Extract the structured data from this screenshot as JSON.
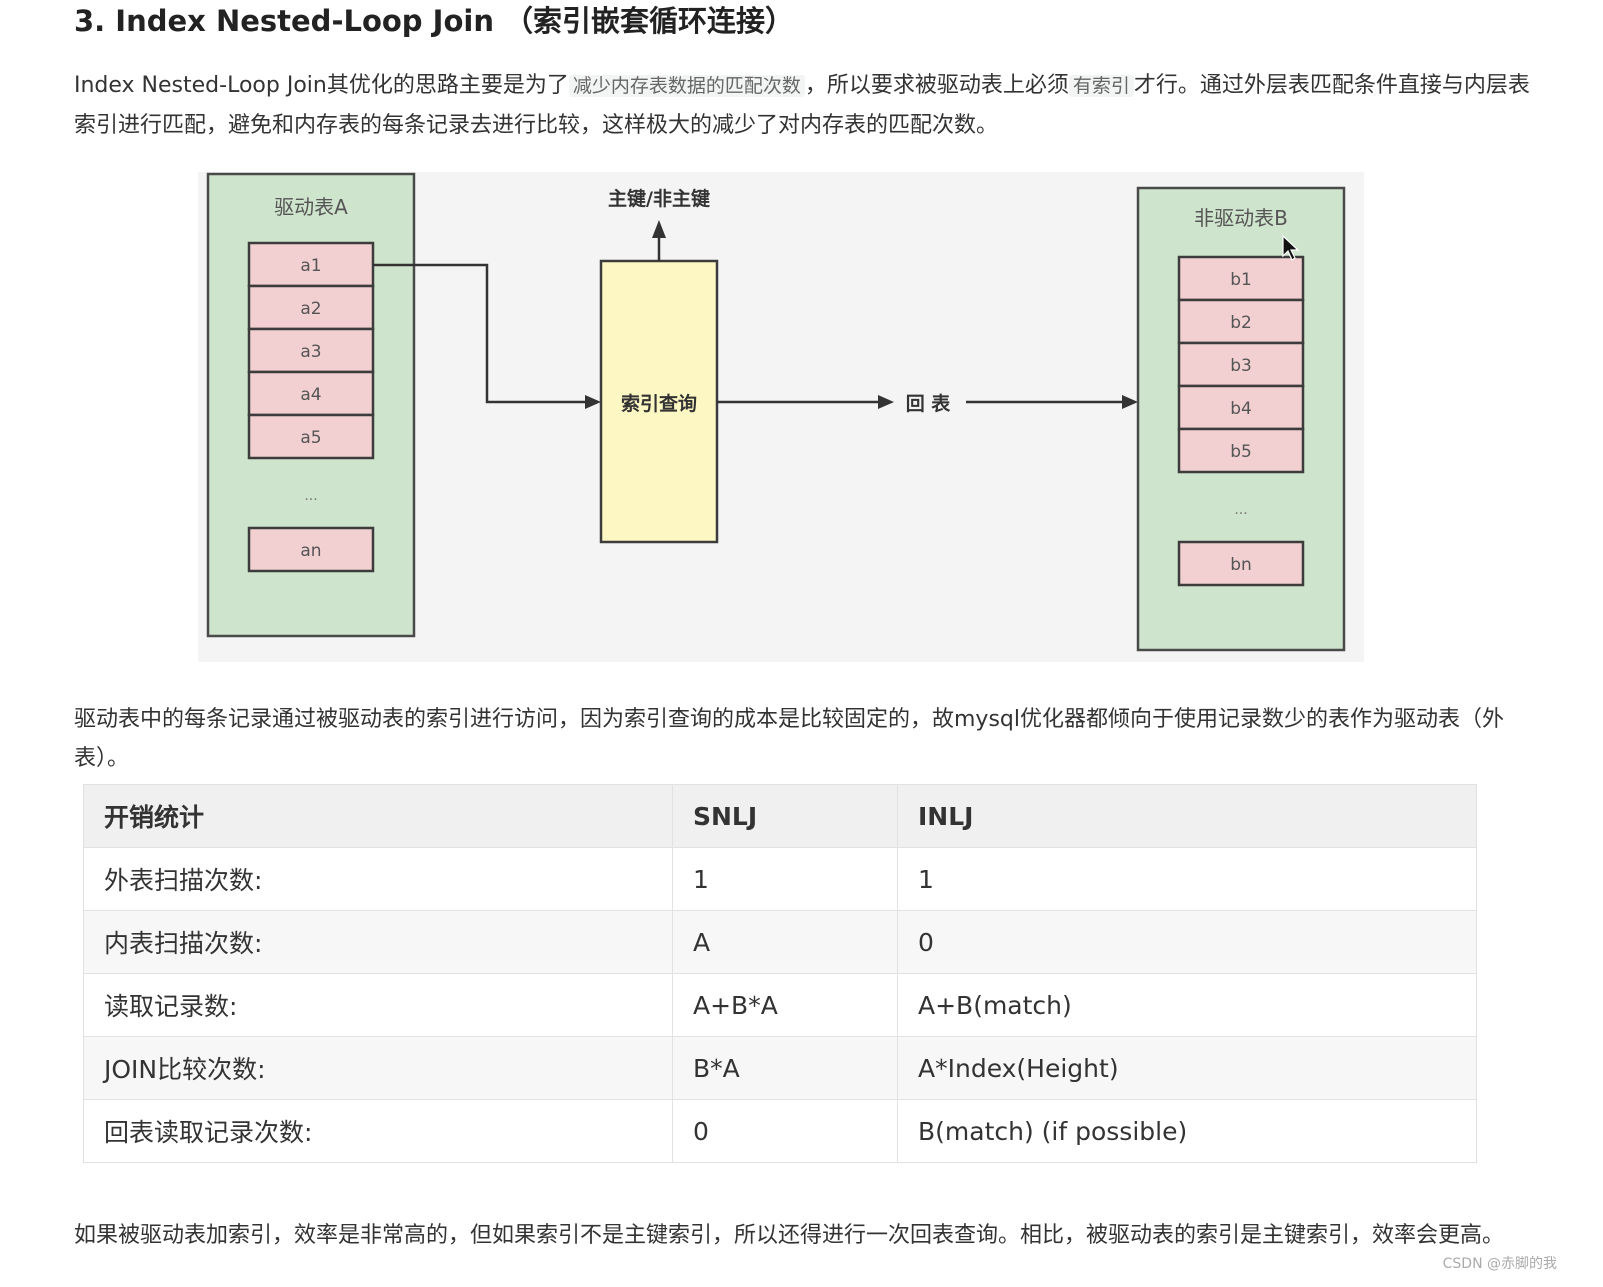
{
  "heading": "3. Index Nested-Loop Join （索引嵌套循环连接）",
  "paragraph1": {
    "part1": "Index Nested-Loop Join其优化的思路主要是为了",
    "code1": "减少内存表数据的匹配次数",
    "part2": "，所以要求被驱动表上必须",
    "code2": "有索引",
    "part3": "才行。通过外层表匹配条件直接与内层表索引进行匹配，避免和内存表的每条记录去进行比较，这样极大的减少了对内存表的匹配次数。"
  },
  "diagram": {
    "table_a": {
      "title": "驱动表A",
      "rows": [
        "a1",
        "a2",
        "a3",
        "a4",
        "a5"
      ],
      "ellipsis": "...",
      "last": "an"
    },
    "index_box": "索引查询",
    "up_label": "主键/非主键",
    "back_label": "回 表",
    "table_b": {
      "title": "非驱动表B",
      "rows": [
        "b1",
        "b2",
        "b3",
        "b4",
        "b5"
      ],
      "ellipsis": "...",
      "last": "bn"
    }
  },
  "paragraph2": "驱动表中的每条记录通过被驱动表的索引进行访问，因为索引查询的成本是比较固定的，故mysql优化器都倾向于使用记录数少的表作为驱动表（外表）。",
  "table": {
    "headers": [
      "开销统计",
      "SNLJ",
      "INLJ"
    ],
    "rows": [
      [
        "外表扫描次数:",
        "1",
        "1"
      ],
      [
        "内表扫描次数:",
        "A",
        "0"
      ],
      [
        "读取记录数:",
        "A+B*A",
        "A+B(match)"
      ],
      [
        "JOIN比较次数:",
        "B*A",
        "A*Index(Height)"
      ],
      [
        "回表读取记录次数:",
        "0",
        "B(match) (if possible)"
      ]
    ]
  },
  "paragraph3": "如果被驱动表加索引，效率是非常高的，但如果索引不是主键索引，所以还得进行一次回表查询。相比，被驱动表的索引是主键索引，效率会更高。",
  "watermark": "CSDN @赤脚的我"
}
